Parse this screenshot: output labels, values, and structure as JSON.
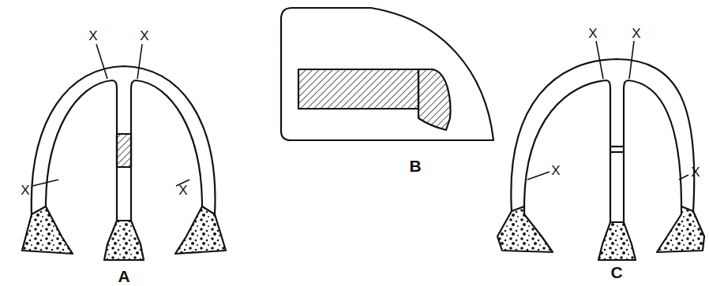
{
  "diagram": {
    "labels": [
      "X",
      "X",
      "X",
      "X",
      "A",
      "B",
      "X",
      "X",
      "X",
      "X",
      "C"
    ]
  }
}
